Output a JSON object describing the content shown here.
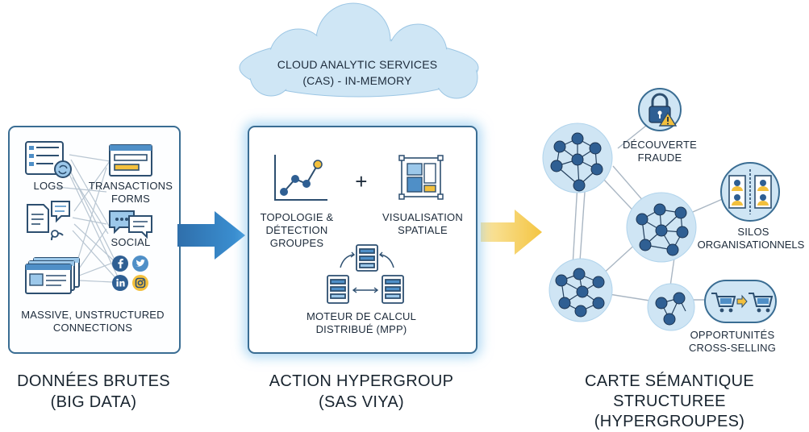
{
  "cloud": {
    "line1": "CLOUD ANALYTIC SERVICES",
    "line2": "(CAS) - IN-MEMORY"
  },
  "left_panel": {
    "logs": "LOGS",
    "transactions": "TRANSACTIONS",
    "forms": "FORMS",
    "social": "SOCIAL",
    "footer_line1": "MASSIVE, UNSTRUCTURED",
    "footer_line2": "CONNECTIONS"
  },
  "middle_panel": {
    "topology_line1": "TOPOLOGIE &",
    "topology_line2": "DÉTECTION",
    "topology_line3": "GROUPES",
    "plus": "+",
    "vis_line1": "VISUALISATION",
    "vis_line2": "SPATIALE",
    "engine_line1": "MOTEUR DE CALCUL",
    "engine_line2": "DISTRIBUÉ (MPP)"
  },
  "right_panel": {
    "fraud_line1": "DÉCOUVERTE",
    "fraud_line2": "FRAUDE",
    "silos_line1": "SILOS",
    "silos_line2": "ORGANISATIONNELS",
    "cross_line1": "OPPORTUNITÉS",
    "cross_line2": "CROSS-SELLING"
  },
  "captions": {
    "left_line1": "DONNÉES BRUTES",
    "left_line2": "(BIG DATA)",
    "mid_line1": "ACTION HYPERGROUP",
    "mid_line2": "(SAS VIYA)",
    "right_line1": "CARTE SÉMANTIQUE",
    "right_line2": "STRUCTUREE",
    "right_line3": "(HYPERGROUPES)"
  },
  "colors": {
    "panel_border": "#3a6d93",
    "cloud_fill": "#cfe6f5",
    "arrow_blue": "#2f83c4",
    "arrow_yellow": "#f4c542",
    "cluster_fill": "#cfe5f4",
    "node_fill": "#2f5f93",
    "accent_yellow": "#f3c03d"
  }
}
